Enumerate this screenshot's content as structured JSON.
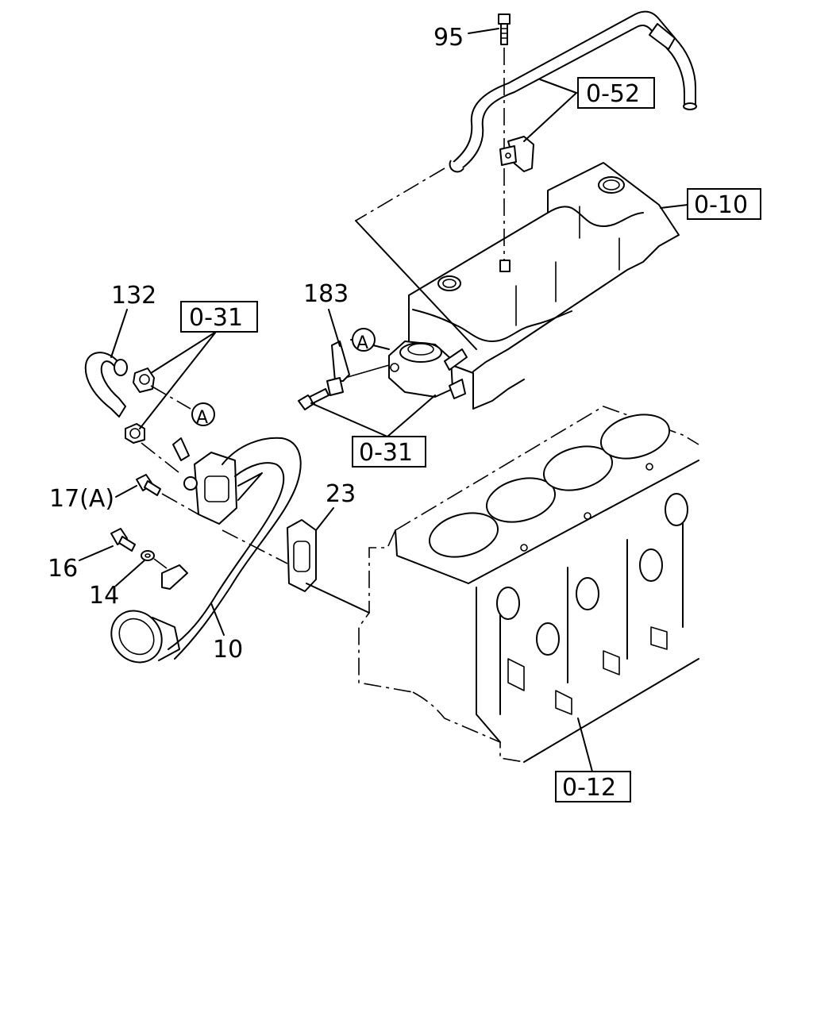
{
  "callouts": {
    "p95": "95",
    "p052": "0-52",
    "p010": "0-10",
    "p132": "132",
    "p031_top": "0-31",
    "p183": "183",
    "a_circle_top": "A",
    "a_circle_left": "A",
    "p031_bottom": "0-31",
    "p17a": "17(A)",
    "p23": "23",
    "p16": "16",
    "p14": "14",
    "p10": "10",
    "p012": "0-12"
  }
}
